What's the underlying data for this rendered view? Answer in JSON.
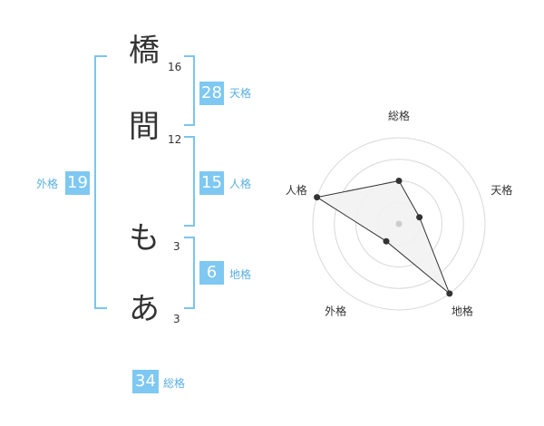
{
  "name_chars": [
    {
      "char": "橋",
      "strokes": "16"
    },
    {
      "char": "間",
      "strokes": "12"
    },
    {
      "char": "も",
      "strokes": "3"
    },
    {
      "char": "あ",
      "strokes": "3"
    }
  ],
  "kakusu": {
    "tenkaku": {
      "value": "28",
      "label": "天格"
    },
    "jinkaku": {
      "value": "15",
      "label": "人格"
    },
    "chikaku": {
      "value": "6",
      "label": "地格"
    },
    "gaikaku": {
      "value": "19",
      "label": "外格"
    },
    "soukaku": {
      "value": "34",
      "label": "総格"
    }
  },
  "chart_data": {
    "type": "radar",
    "axes": [
      "総格",
      "天格",
      "地格",
      "外格",
      "人格"
    ],
    "values": [
      2,
      1,
      4,
      1,
      4
    ],
    "max": 4,
    "rings": 4,
    "colors": {
      "grid": "#d8d8d8",
      "fill": "#f2f2f2",
      "line": "#333333",
      "point": "#333333",
      "center": "#cccccc"
    }
  }
}
